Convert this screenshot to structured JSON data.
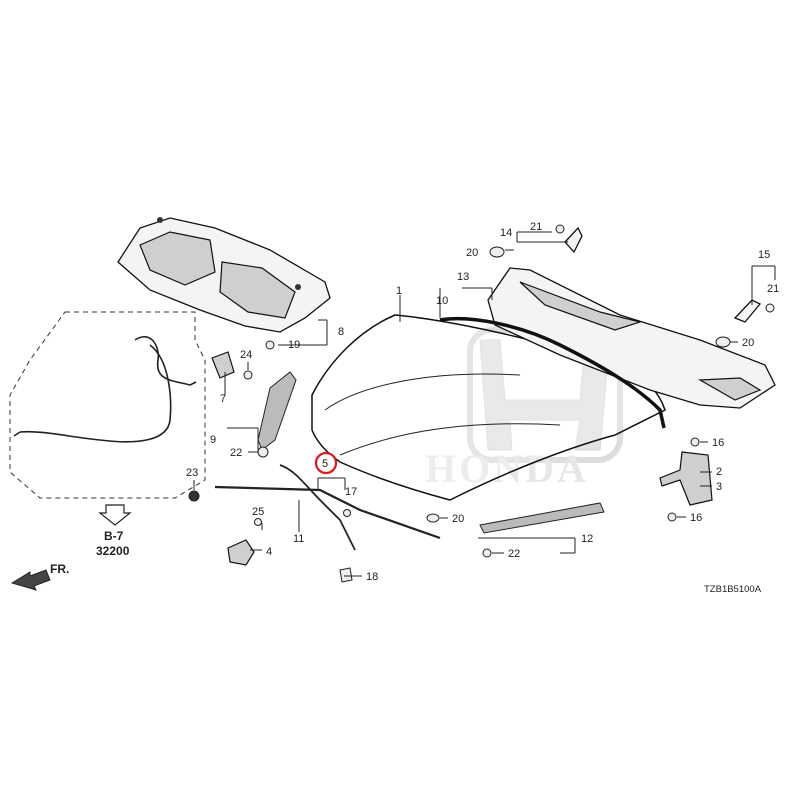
{
  "callouts": {
    "c1": "1",
    "c2": "2",
    "c3": "3",
    "c4": "4",
    "c5": "5",
    "c6": "",
    "c7": "7",
    "c8": "8",
    "c9": "9",
    "c10": "10",
    "c11": "11",
    "c12": "12",
    "c13": "13",
    "c14": "14",
    "c15": "15",
    "c16a": "16",
    "c16b": "16",
    "c17": "17",
    "c18": "18",
    "c19": "19",
    "c20a": "20",
    "c20b": "20",
    "c20c": "20",
    "c21a": "21",
    "c21b": "21",
    "c22a": "22",
    "c22b": "22",
    "c23": "23",
    "c24": "24",
    "c25": "25"
  },
  "reference": {
    "section": "B-7",
    "code": "32200"
  },
  "front_marker": "FR.",
  "diagram_code": "TZB1B5100A",
  "watermark_text": "HONDA",
  "highlight_color": "#e0171b"
}
